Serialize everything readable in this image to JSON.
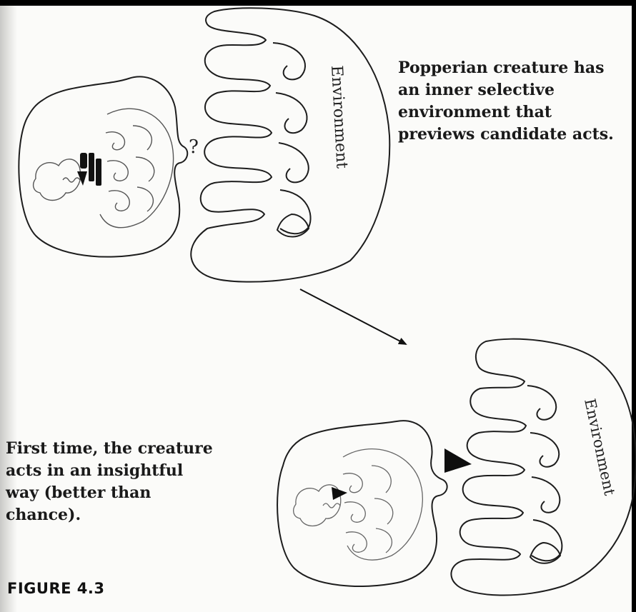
{
  "figure": {
    "label": "FIGURE 4.3",
    "caption_top": [
      "Popperian creature has",
      "an inner selective",
      "environment that",
      "previews candidate acts."
    ],
    "caption_bottom": [
      "First time, the creature",
      "acts in an insightful",
      "way (better than",
      "chance)."
    ],
    "environment_label_top": "Environment",
    "environment_label_bottom": "Environment",
    "question_mark": "?"
  }
}
